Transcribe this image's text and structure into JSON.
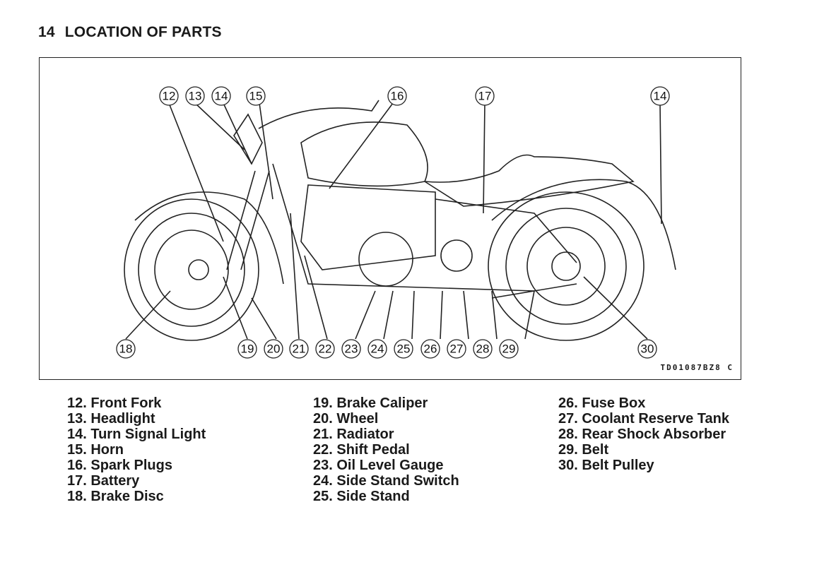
{
  "page": {
    "number": "14",
    "title": "LOCATION OF PARTS"
  },
  "figure": {
    "code": "TD01087BZ8  C",
    "callouts": [
      "12",
      "13",
      "14",
      "15",
      "16",
      "17",
      "14",
      "18",
      "19",
      "20",
      "21",
      "22",
      "23",
      "24",
      "25",
      "26",
      "27",
      "28",
      "29",
      "30"
    ]
  },
  "legend": {
    "col1": [
      "12. Front Fork",
      "13. Headlight",
      "14. Turn Signal Light",
      "15. Horn",
      "16. Spark Plugs",
      "17. Battery",
      "18. Brake Disc"
    ],
    "col2": [
      "19. Brake Caliper",
      "20. Wheel",
      "21. Radiator",
      "22. Shift Pedal",
      "23. Oil Level Gauge",
      "24. Side Stand Switch",
      "25. Side Stand"
    ],
    "col3": [
      "26. Fuse Box",
      "27. Coolant Reserve Tank",
      "28. Rear Shock Absorber",
      "29. Belt",
      "30. Belt Pulley"
    ]
  }
}
